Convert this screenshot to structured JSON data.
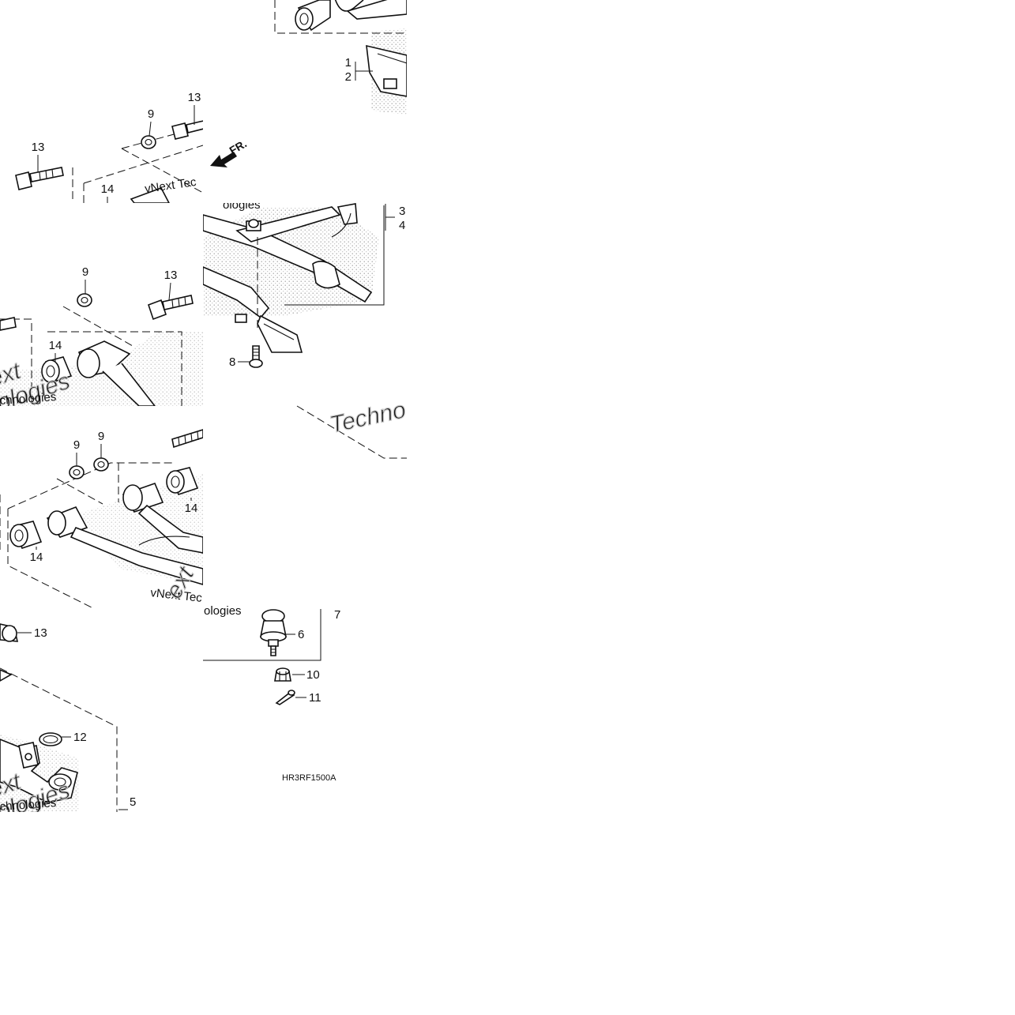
{
  "diagram": {
    "code": "HR3RF1500A",
    "direction_label": "FR.",
    "watermark_lines": [
      "vNext Tec",
      "ologies",
      "Techno",
      "chnologies",
      "ext"
    ],
    "callouts": {
      "c1": "1",
      "c2": "2",
      "c3": "3",
      "c4": "4",
      "c5": "5",
      "c6": "6",
      "c7": "7",
      "c8": "8",
      "c9": "9",
      "c10": "10",
      "c11": "11",
      "c12": "12",
      "c13": "13",
      "c14": "14"
    }
  }
}
